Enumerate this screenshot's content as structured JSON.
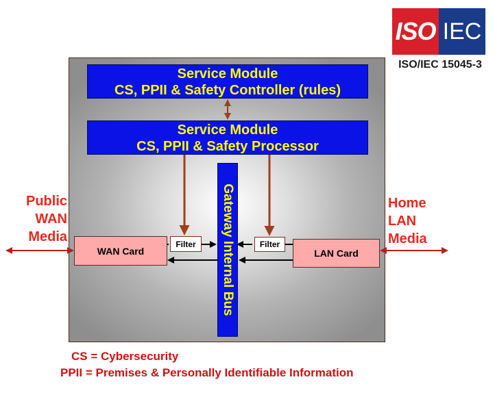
{
  "logo": {
    "iso": "ISO",
    "iec": "IEC",
    "standard": "ISO/IEC 15045-3"
  },
  "service_controller": {
    "title": "Service Module",
    "subtitle": "CS, PPII & Safety Controller (rules)"
  },
  "service_processor": {
    "title": "Service Module",
    "subtitle": "CS, PPII & Safety Processor"
  },
  "bus": {
    "label": "Gateway Internal Bus"
  },
  "wan_card": {
    "label": "WAN Card"
  },
  "lan_card": {
    "label": "LAN Card"
  },
  "filters": {
    "left": "Filter",
    "right": "Filter"
  },
  "public_wan": {
    "line1": "Public",
    "line2": "WAN",
    "line3": "Media"
  },
  "home_lan": {
    "line1": "Home",
    "line2": "LAN",
    "line3": "Media"
  },
  "footer": {
    "cs": "CS = Cybersecurity",
    "ppii": "PPII = Premises & Personally Identifiable Information"
  },
  "colors": {
    "module_blue": "#0a12e6",
    "module_text": "#ffff00",
    "card_pink": "#ffaaaa",
    "label_red": "#e62a1e",
    "arrow_brown": "#a0401a"
  }
}
